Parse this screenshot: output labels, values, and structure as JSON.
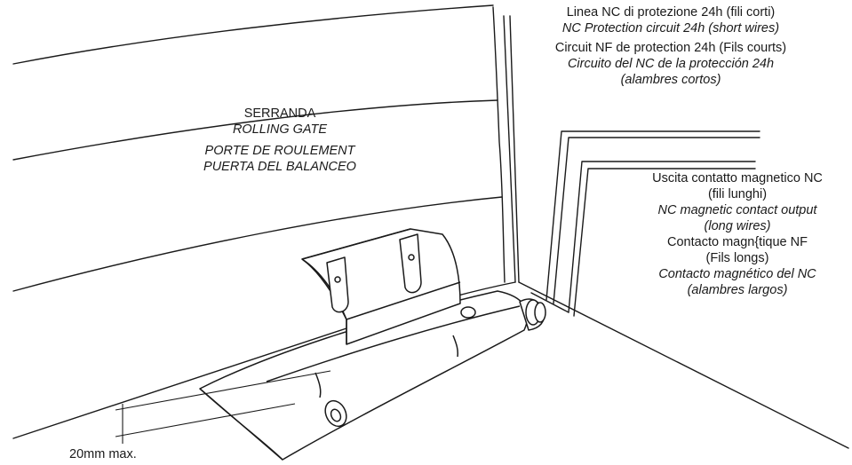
{
  "gate_labels": {
    "it": "SERRANDA",
    "en": "ROLLING GATE",
    "fr": "PORTE DE ROULEMENT",
    "es": "PUERTA DEL BALANCEO"
  },
  "short_wires_labels": {
    "it": "Linea NC di protezione 24h (fili corti)",
    "en": "NC Protection circuit 24h (short wires)",
    "fr": "Circuit NF de protection 24h (Fils courts)",
    "es_line1": "Circuito del NC de la protección 24h",
    "es_line2": "(alambres cortos)"
  },
  "long_wires_labels": {
    "it_line1": "Uscita contatto magnetico NC",
    "it_line2": "(fili lunghi)",
    "en_line1": "NC magnetic contact output",
    "en_line2": "(long wires)",
    "fr_line1": "Contacto magn{tique NF",
    "fr_line2": "(Fils longs)",
    "es_line1": "Contacto magnético del NC",
    "es_line2": "(alambres largos)"
  },
  "gap_label": "20mm max.",
  "colors": {
    "ink": "#1a1a1a",
    "background": "#ffffff"
  }
}
